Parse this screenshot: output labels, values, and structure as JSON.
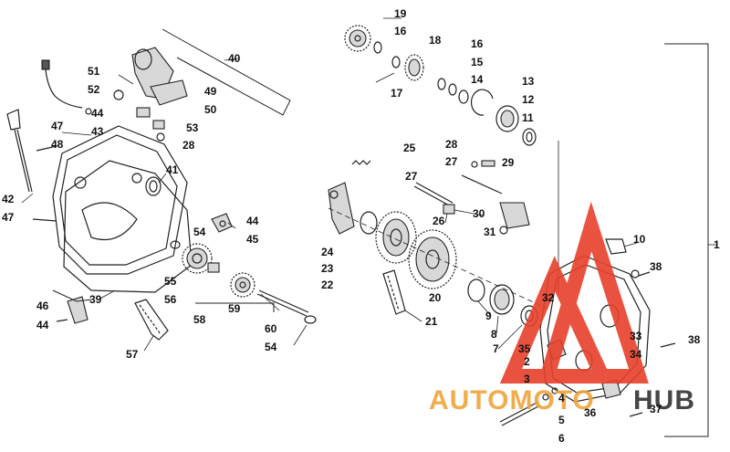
{
  "callouts": [
    {
      "id": "c1",
      "text": "1"
    },
    {
      "id": "c2",
      "text": "2"
    },
    {
      "id": "c3",
      "text": "3"
    },
    {
      "id": "c4",
      "text": "4"
    },
    {
      "id": "c5",
      "text": "5"
    },
    {
      "id": "c6",
      "text": "6"
    },
    {
      "id": "c7",
      "text": "7"
    },
    {
      "id": "c8",
      "text": "8"
    },
    {
      "id": "c9",
      "text": "9"
    },
    {
      "id": "c10",
      "text": "10"
    },
    {
      "id": "c11",
      "text": "11"
    },
    {
      "id": "c12",
      "text": "12"
    },
    {
      "id": "c13",
      "text": "13"
    },
    {
      "id": "c14",
      "text": "14"
    },
    {
      "id": "c15",
      "text": "15"
    },
    {
      "id": "c16a",
      "text": "16"
    },
    {
      "id": "c16b",
      "text": "16"
    },
    {
      "id": "c17",
      "text": "17"
    },
    {
      "id": "c18",
      "text": "18"
    },
    {
      "id": "c19",
      "text": "19"
    },
    {
      "id": "c20",
      "text": "20"
    },
    {
      "id": "c21",
      "text": "21"
    },
    {
      "id": "c22",
      "text": "22"
    },
    {
      "id": "c23",
      "text": "23"
    },
    {
      "id": "c24",
      "text": "24"
    },
    {
      "id": "c25",
      "text": "25"
    },
    {
      "id": "c26",
      "text": "26"
    },
    {
      "id": "c27a",
      "text": "27"
    },
    {
      "id": "c27b",
      "text": "27"
    },
    {
      "id": "c28a",
      "text": "28"
    },
    {
      "id": "c28b",
      "text": "28"
    },
    {
      "id": "c29",
      "text": "29"
    },
    {
      "id": "c30",
      "text": "30"
    },
    {
      "id": "c31",
      "text": "31"
    },
    {
      "id": "c32",
      "text": "32"
    },
    {
      "id": "c33",
      "text": "33"
    },
    {
      "id": "c34",
      "text": "34"
    },
    {
      "id": "c35",
      "text": "35"
    },
    {
      "id": "c36",
      "text": "36"
    },
    {
      "id": "c37",
      "text": "37"
    },
    {
      "id": "c38a",
      "text": "38"
    },
    {
      "id": "c38b",
      "text": "38"
    },
    {
      "id": "c39",
      "text": "39"
    },
    {
      "id": "c40",
      "text": "40"
    },
    {
      "id": "c41",
      "text": "41"
    },
    {
      "id": "c42",
      "text": "42"
    },
    {
      "id": "c43",
      "text": "43"
    },
    {
      "id": "c44a",
      "text": "44"
    },
    {
      "id": "c44b",
      "text": "44"
    },
    {
      "id": "c44c",
      "text": "44"
    },
    {
      "id": "c45",
      "text": "45"
    },
    {
      "id": "c46",
      "text": "46"
    },
    {
      "id": "c47a",
      "text": "47"
    },
    {
      "id": "c47b",
      "text": "47"
    },
    {
      "id": "c48",
      "text": "48"
    },
    {
      "id": "c49",
      "text": "49"
    },
    {
      "id": "c50",
      "text": "50"
    },
    {
      "id": "c51",
      "text": "51"
    },
    {
      "id": "c52",
      "text": "52"
    },
    {
      "id": "c53",
      "text": "53"
    },
    {
      "id": "c54a",
      "text": "54"
    },
    {
      "id": "c54b",
      "text": "54"
    },
    {
      "id": "c55",
      "text": "55"
    },
    {
      "id": "c56",
      "text": "56"
    },
    {
      "id": "c57",
      "text": "57"
    },
    {
      "id": "c58",
      "text": "58"
    },
    {
      "id": "c59",
      "text": "59"
    },
    {
      "id": "c60",
      "text": "60"
    }
  ],
  "watermark": {
    "text_left": "AUTOMOTO",
    "text_right": "HUB",
    "color_red": "#e8402c",
    "color_orange": "#f0a43a",
    "color_dark": "#333333"
  }
}
